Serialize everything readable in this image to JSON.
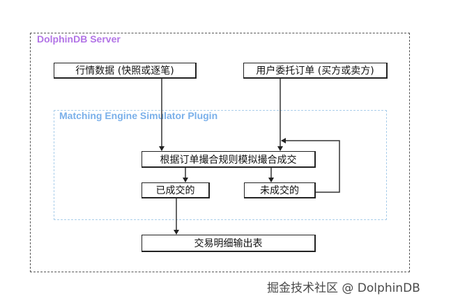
{
  "diagram": {
    "outer_frame": {
      "title": "DolphinDB Server",
      "color": "#b274e6"
    },
    "inner_frame": {
      "title": "Matching Engine Simulator Plugin",
      "color": "#7ab0ea"
    },
    "nodes": {
      "market_data": "行情数据 (快照或逐笔)",
      "user_orders": "用户委托订单 (买方或卖方)",
      "matching": "根据订单撮合规则模拟撮合成交",
      "filled": "已成交的",
      "unfilled": "未成交的",
      "output": "交易明细输出表"
    },
    "edges": [
      {
        "from": "market_data",
        "to": "matching"
      },
      {
        "from": "user_orders",
        "to": "matching"
      },
      {
        "from": "matching",
        "to": "filled"
      },
      {
        "from": "matching",
        "to": "unfilled"
      },
      {
        "from": "unfilled",
        "to": "matching",
        "note": "loop back"
      },
      {
        "from": "filled",
        "to": "output"
      }
    ]
  },
  "watermark": "掘金技术社区 @ DolphinDB"
}
